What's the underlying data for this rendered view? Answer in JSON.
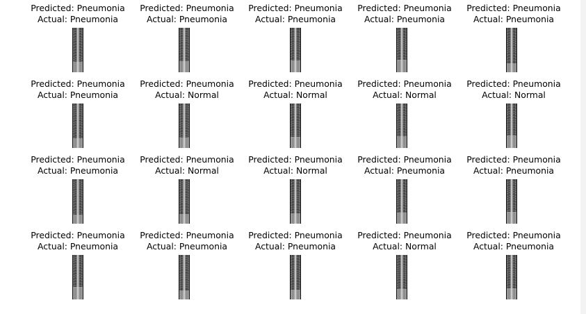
{
  "figure": {
    "rows": [
      [
        {
          "predicted": "Predicted: Pneumonia",
          "actual": "Actual: Pneumonia"
        },
        {
          "predicted": "Predicted: Pneumonia",
          "actual": "Actual: Pneumonia"
        },
        {
          "predicted": "Predicted: Pneumonia",
          "actual": "Actual: Pneumonia"
        },
        {
          "predicted": "Predicted: Pneumonia",
          "actual": "Actual: Pneumonia"
        },
        {
          "predicted": "Predicted: Pneumonia",
          "actual": "Actual: Pneumonia"
        }
      ],
      [
        {
          "predicted": "Predicted: Pneumonia",
          "actual": "Actual: Pneumonia"
        },
        {
          "predicted": "Predicted: Pneumonia",
          "actual": "Actual: Normal"
        },
        {
          "predicted": "Predicted: Pneumonia",
          "actual": "Actual: Normal"
        },
        {
          "predicted": "Predicted: Pneumonia",
          "actual": "Actual: Normal"
        },
        {
          "predicted": "Predicted: Pneumonia",
          "actual": "Actual: Normal"
        }
      ],
      [
        {
          "predicted": "Predicted: Pneumonia",
          "actual": "Actual: Pneumonia"
        },
        {
          "predicted": "Predicted: Pneumonia",
          "actual": "Actual: Normal"
        },
        {
          "predicted": "Predicted: Pneumonia",
          "actual": "Actual: Normal"
        },
        {
          "predicted": "Predicted: Pneumonia",
          "actual": "Actual: Pneumonia"
        },
        {
          "predicted": "Predicted: Pneumonia",
          "actual": "Actual: Pneumonia"
        }
      ],
      [
        {
          "predicted": "Predicted: Pneumonia",
          "actual": "Actual: Pneumonia"
        },
        {
          "predicted": "Predicted: Pneumonia",
          "actual": "Actual: Pneumonia"
        },
        {
          "predicted": "Predicted: Pneumonia",
          "actual": "Actual: Pneumonia"
        },
        {
          "predicted": "Predicted: Pneumonia",
          "actual": "Actual: Normal"
        },
        {
          "predicted": "Predicted: Pneumonia",
          "actual": "Actual: Pneumonia"
        }
      ]
    ]
  },
  "colors": {
    "background": "#ffffff",
    "text": "#000000",
    "scrollbar_track": "#f3f3f3"
  }
}
